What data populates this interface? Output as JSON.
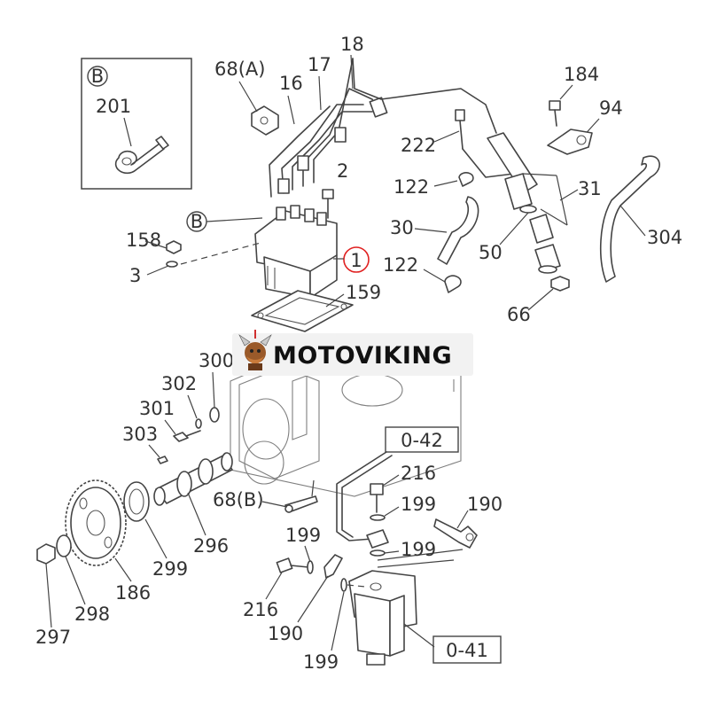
{
  "callouts": {
    "c201": "201",
    "c68a": "68(A)",
    "c16": "16",
    "c17": "17",
    "c18": "18",
    "c2": "2",
    "c158": "158",
    "c3": "3",
    "c1": "1",
    "c159": "159",
    "c222": "222",
    "c122a": "122",
    "c30": "30",
    "c122b": "122",
    "c184": "184",
    "c94": "94",
    "c31": "31",
    "c50": "50",
    "c304": "304",
    "c66": "66",
    "c300": "300",
    "c302": "302",
    "c301": "301",
    "c303": "303",
    "c296": "296",
    "c299": "299",
    "c186": "186",
    "c298": "298",
    "c297": "297",
    "c68b": "68(B)",
    "c042": "0-42",
    "c216a": "216",
    "c199a": "199",
    "c190a": "190",
    "c199b": "199",
    "c199c": "199",
    "c216b": "216",
    "c190b": "190",
    "c199d": "199",
    "c041": "0-41"
  },
  "markers": {
    "detail_b": "B",
    "pump_b": "B"
  },
  "watermark": {
    "text": "MOTOVIKING"
  },
  "colors": {
    "line": "#444444",
    "highlight": "#e02020",
    "watermark_bg": "#f2f2f2"
  }
}
